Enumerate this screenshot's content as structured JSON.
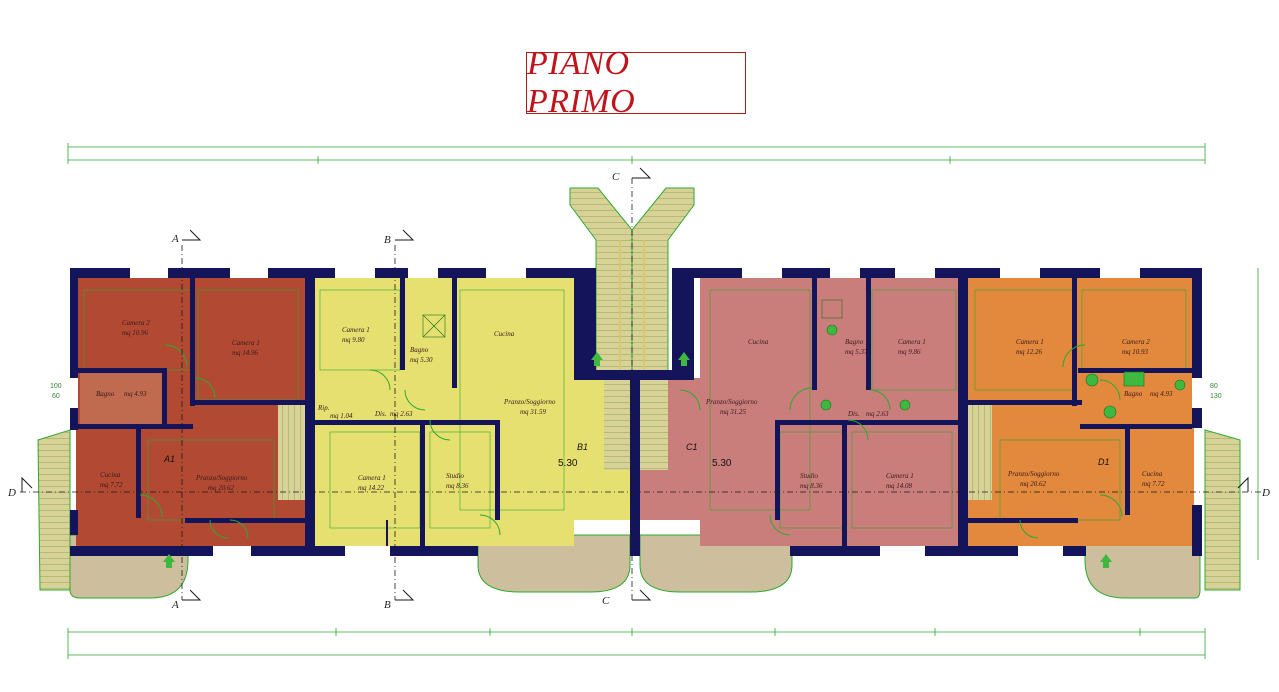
{
  "title": "PIANO PRIMO",
  "colors": {
    "wall": "#14145a",
    "unit_a": "#b24a33",
    "unit_b": "#e6e070",
    "unit_c": "#c97e7b",
    "unit_d": "#e2893e",
    "terrace": "#cdbf9d",
    "stairs": "#d8d299",
    "dimension": "#2fa82f",
    "title": "#c0141c"
  },
  "section_markers": [
    {
      "label": "A"
    },
    {
      "label": "A"
    },
    {
      "label": "B"
    },
    {
      "label": "B"
    },
    {
      "label": "C"
    },
    {
      "label": "C"
    },
    {
      "label": "D"
    },
    {
      "label": "D"
    }
  ],
  "floor_level": [
    "5.30",
    "5.30"
  ],
  "apartment_tags": [
    "A1",
    "B1",
    "C1",
    "D1"
  ],
  "side_dims": {
    "left": [
      "100",
      "60"
    ],
    "right": [
      "80",
      "130"
    ]
  },
  "rooms": [
    {
      "name": "Camera 2",
      "area": "mq 10.96"
    },
    {
      "name": "Camera 1",
      "area": "mq 14.96"
    },
    {
      "name": "Bagno",
      "area": "mq 4.93"
    },
    {
      "name": "Cucina",
      "area": "mq 7.72"
    },
    {
      "name": "Pranzo/Soggiorno",
      "area": "mq 20.62"
    },
    {
      "name": "Camera 1",
      "area": "mq 9.80"
    },
    {
      "name": "Bagno",
      "area": "mq 5.30"
    },
    {
      "name": "Rip.",
      "area": "mq 1.04"
    },
    {
      "name": "Dis.",
      "area": "mq 2.63"
    },
    {
      "name": "Camera 1",
      "area": "mq 14.22"
    },
    {
      "name": "Studio",
      "area": "mq 8.36"
    },
    {
      "name": "Cucina",
      "area": ""
    },
    {
      "name": "Pranzo/Soggiorno",
      "area": "mq 31.59"
    },
    {
      "name": "Cucina",
      "area": ""
    },
    {
      "name": "Pranzo/Soggiorno",
      "area": "mq 31.25"
    },
    {
      "name": "Bagno",
      "area": "mq 5.37"
    },
    {
      "name": "Camera 1",
      "area": "mq 9.86"
    },
    {
      "name": "Dis.",
      "area": "mq 2.63"
    },
    {
      "name": "Studio",
      "area": "mq 8.36"
    },
    {
      "name": "Camera 1",
      "area": "mq 14.08"
    },
    {
      "name": "Camera 1",
      "area": "mq 12.26"
    },
    {
      "name": "Camera 2",
      "area": "mq 10.93"
    },
    {
      "name": "Bagno",
      "area": "mq 4.93"
    },
    {
      "name": "Pranzo/Soggiorno",
      "area": "mq 20.62"
    },
    {
      "name": "Cucina",
      "area": "mq 7.72"
    }
  ]
}
